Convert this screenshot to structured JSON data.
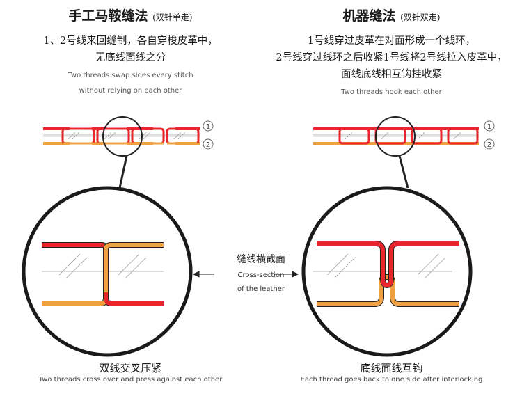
{
  "left": {
    "title": "手工马鞍缝法",
    "title_sub": "(双针单走)",
    "desc_zh": [
      "1、2号线来回缝制，各自穿梭皮革中，",
      "无底线面线之分"
    ],
    "desc_en": [
      "Two threads swap sides every stitch",
      "without relying on each other"
    ],
    "bottom_zh": "双线交叉压紧",
    "bottom_en": "Two threads cross over and press against each other"
  },
  "right": {
    "title": "机器缝法",
    "title_sub": "(双针双走)",
    "desc_zh": [
      "1号线穿过皮革在对面形成一个线环，",
      "2号线穿过线环之后收紧1号线将2号线拉入皮革中，",
      "面线底线相互钩挂收紧"
    ],
    "desc_en": [
      "Two threads hook each other"
    ],
    "bottom_zh": "底线面线互钩",
    "bottom_en": "Each thread goes back to one side after interlocking"
  },
  "center": {
    "label_zh": "缝线横截面",
    "label_en": [
      "Cross-section",
      "of the leather"
    ]
  },
  "thread_labels": [
    "①",
    "②"
  ],
  "colors": {
    "thread_top": "#e8262b",
    "thread_bottom": "#f0a040",
    "outline": "#222222"
  }
}
